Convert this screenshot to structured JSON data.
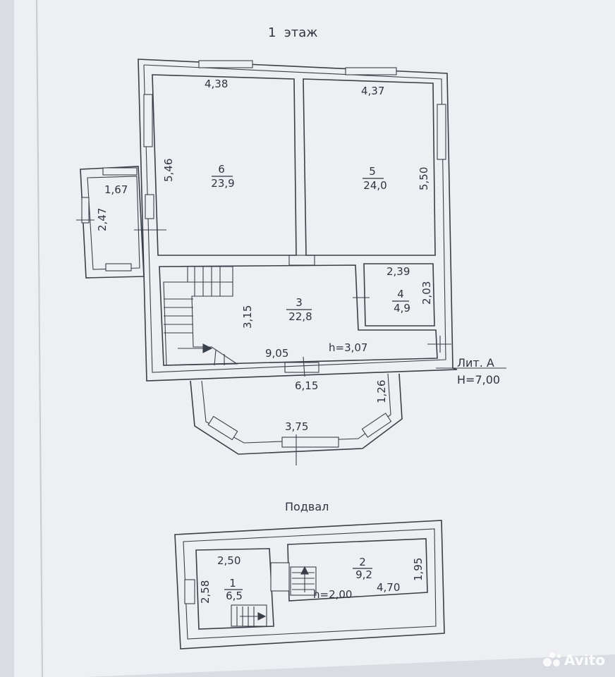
{
  "floor1": {
    "title": "1  этаж",
    "rooms": [
      {
        "id": "6",
        "num": "6",
        "area": "23,9",
        "dim_top": "4,38",
        "dim_side": "5,46"
      },
      {
        "id": "5",
        "num": "5",
        "area": "24,0",
        "dim_top": "4,37",
        "dim_side": "5,50"
      },
      {
        "id": "3",
        "num": "3",
        "area": "22,8",
        "dim_bottom": "9,05",
        "dim_side": "3,15",
        "height": "h=3,07"
      },
      {
        "id": "4",
        "num": "4",
        "area": "4,9",
        "dim_top": "2,39",
        "dim_side": "2,03"
      }
    ],
    "porch": {
      "dim_top": "1,67",
      "dim_side": "2,47"
    },
    "bay": {
      "width": "6,15",
      "inner": "3,75",
      "depth": "1,26"
    },
    "liter": "Лит. А",
    "building_height": "Н=7,00"
  },
  "basement": {
    "title": "Подвал",
    "rooms": [
      {
        "id": "1",
        "num": "1",
        "area": "6,5",
        "dim_top": "2,50",
        "dim_side": "2,58"
      },
      {
        "id": "2",
        "num": "2",
        "area": "9,2",
        "dim_bottom": "4,70",
        "dim_side": "1,95",
        "height": "h=2,00"
      }
    ]
  },
  "watermark": "Avito",
  "colors": {
    "background": "#d9dde3",
    "paper": "#eef0f3",
    "ink": "#2e3540"
  }
}
